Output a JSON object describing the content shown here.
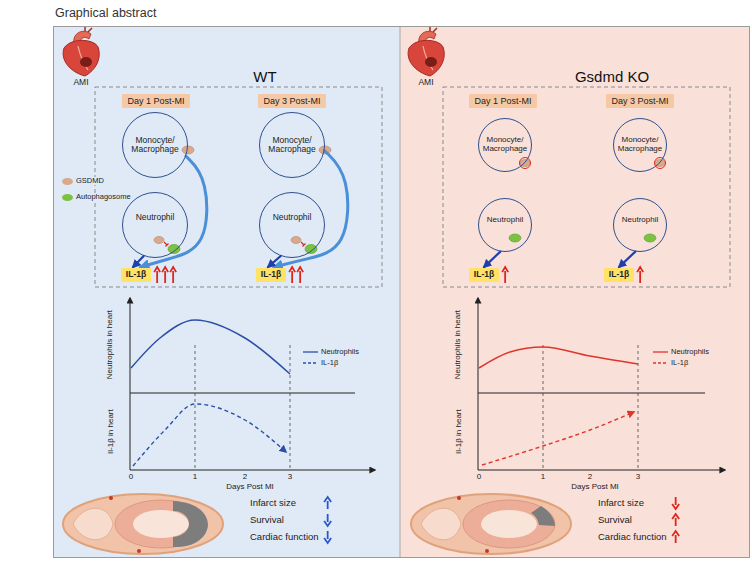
{
  "diagram": {
    "title": "Graphical abstract",
    "nodes": [
      {
        "text": [
          "WT"
        ]
      },
      {
        "text": [
          "Gsdmd KO"
        ]
      },
      {
        "text": [
          "Day 1 Post-MI"
        ],
        "in": 0
      },
      {
        "text": [
          "Day 3 Post-MI"
        ],
        "in": 0
      },
      {
        "text": [
          "Monocyte/ Macrophage"
        ],
        "in": 0
      },
      {
        "text": [
          "Monocyte/ Macrophage"
        ],
        "in": 0
      },
      {
        "text": [
          "Neutrophil"
        ],
        "in": 0
      },
      {
        "text": [
          "Neutrophil"
        ],
        "in": 0
      },
      {
        "text": [
          "IL-1β"
        ],
        "in": 0
      },
      {
        "text": [
          "IL-1β"
        ],
        "in": 0
      },
      {
        "text": [
          "Day 1 Post-MI"
        ],
        "in": 1
      },
      {
        "text": [
          "Day 3 Post-MI"
        ],
        "in": 1
      },
      {
        "text": [
          "Monocyte/ Macrophage"
        ],
        "in": 1
      },
      {
        "text": [
          "Monocyte/ Macrophage"
        ],
        "in": 1
      },
      {
        "text": [
          "Neutrophil"
        ],
        "in": 1
      },
      {
        "text": [
          "Neutrophil"
        ],
        "in": 1
      },
      {
        "text": [
          "IL-1β"
        ],
        "in": 1
      },
      {
        "text": [
          "IL-1β"
        ],
        "in": 1
      }
    ],
    "edges": [
      {
        "from": 4,
        "to": 8,
        "arrow": "to"
      },
      {
        "from": 5,
        "to": 9,
        "arrow": "to"
      },
      {
        "from": 6,
        "to": 8,
        "arrow": "to"
      },
      {
        "from": 7,
        "to": 9,
        "arrow": "to"
      },
      {
        "from": 14,
        "to": 16,
        "arrow": "to"
      },
      {
        "from": 15,
        "to": 17,
        "arrow": "to"
      }
    ],
    "labels": [
      "AMI",
      "AMI",
      "Neutrophils in heart",
      "Il-1β in heart",
      "0",
      "1",
      "2",
      "3",
      "Days Post MI",
      "Infarct size",
      "Survival",
      "Cardiac function",
      "Neutrophils in heart",
      "Il-1β in heart",
      "0",
      "1",
      "2",
      "3",
      "Days Post MI",
      "Infarct size",
      "Survival",
      "Cardiac function"
    ],
    "legend": [
      {
        "text": "GSDMD",
        "color": "#d9a98c"
      },
      {
        "text": "Autophagosome",
        "color": "#7cc242"
      },
      {
        "text": "Neutrophils"
      },
      {
        "text": "IL-1β"
      },
      {
        "text": "Neutrophils"
      },
      {
        "text": "IL-1β"
      }
    ]
  }
}
